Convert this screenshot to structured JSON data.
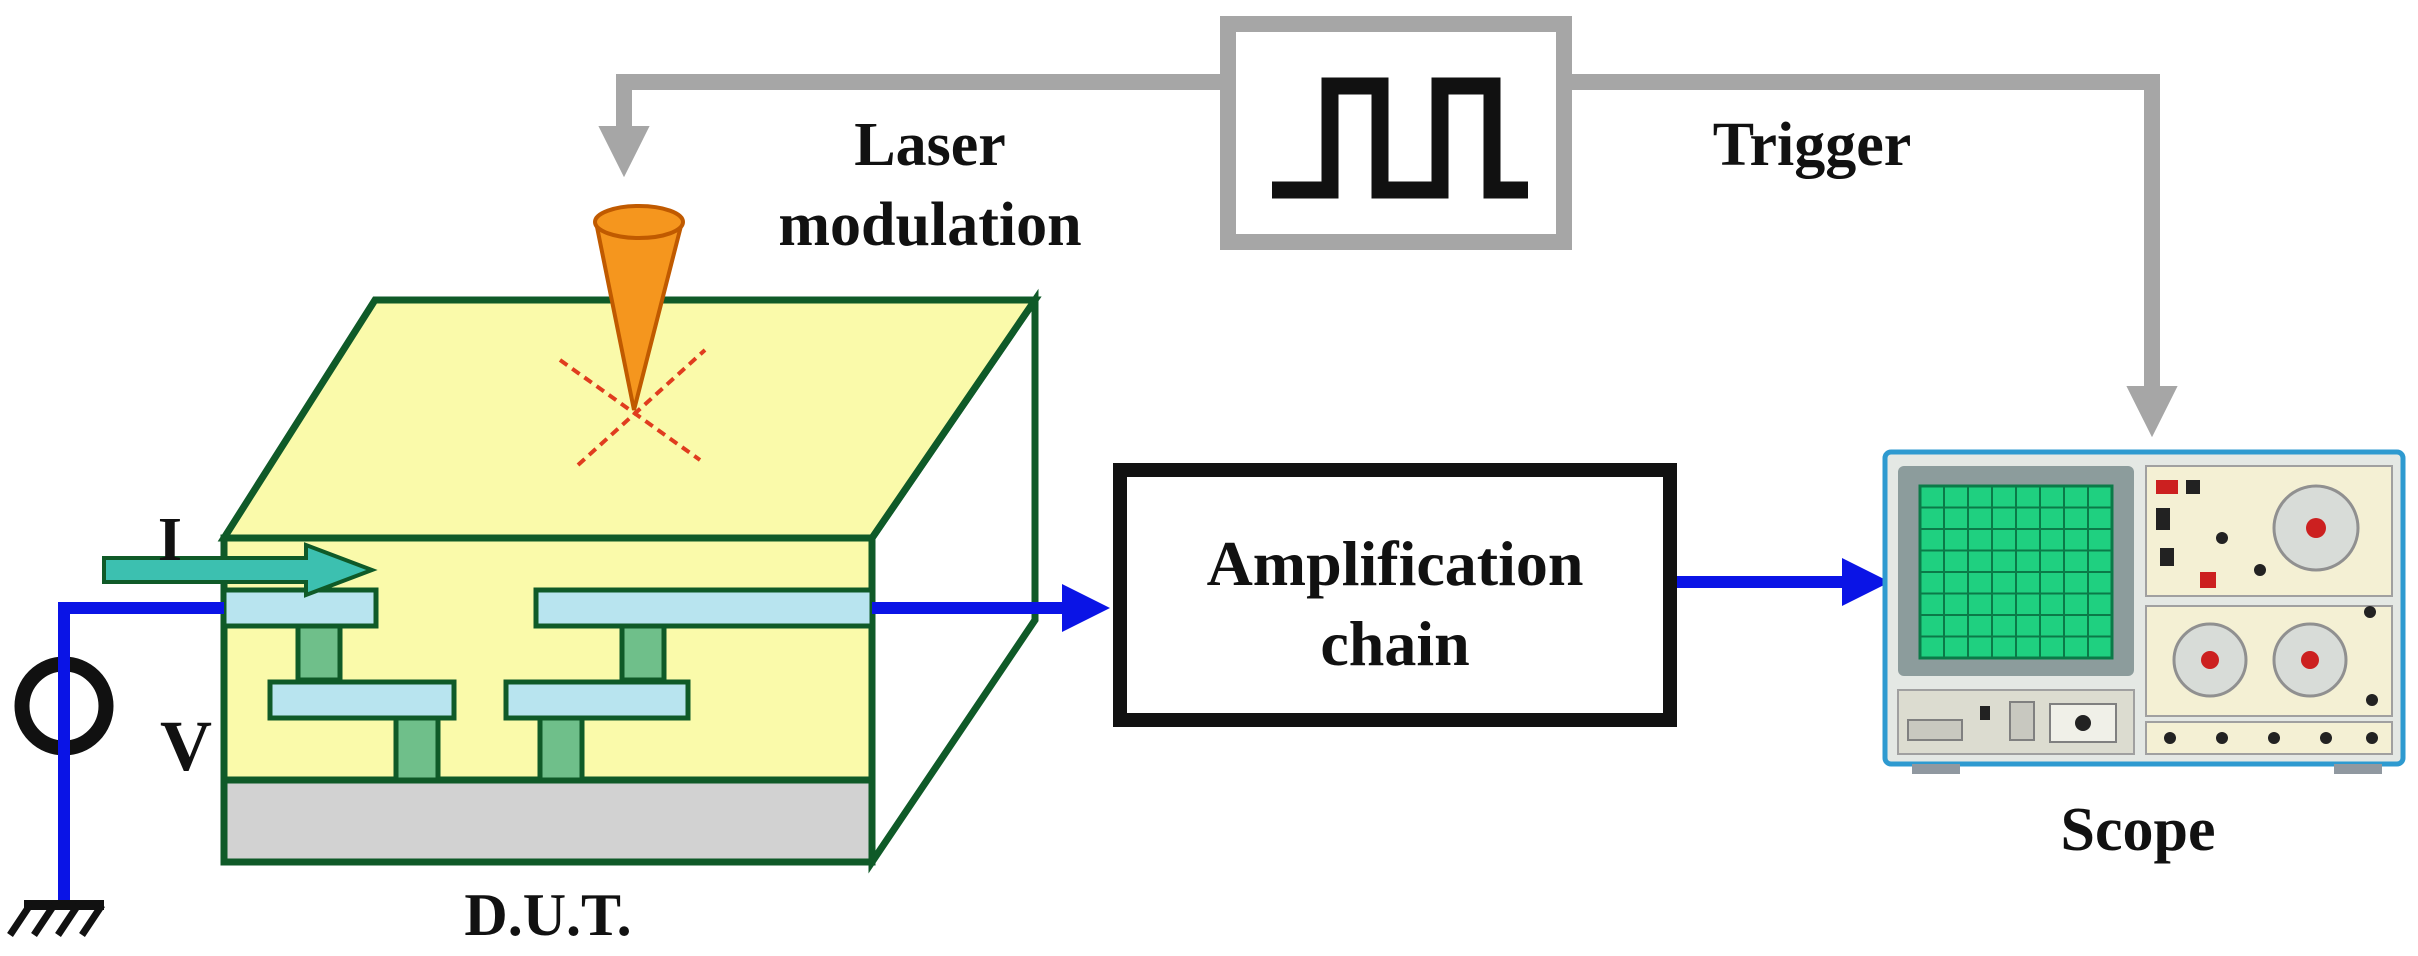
{
  "labels": {
    "laser_line1": "Laser",
    "laser_line2": "modulation",
    "trigger": "Trigger",
    "amplification_line1": "Amplification",
    "amplification_line2": "chain",
    "scope": "Scope",
    "dut": "D.U.T.",
    "current": "I",
    "voltage": "V"
  },
  "colors": {
    "feedback_arrow": "#a6a6a6",
    "signal_line": "#0a14e6",
    "laser_cone": "#f5961e",
    "laser_cross": "#e03c1e",
    "dut_top": "#fafaaa",
    "dut_front": "#fafaaa",
    "dut_substrate": "#d2d2d2",
    "dut_outline": "#0f5a28",
    "metal_line": "#b8e4ef",
    "via": "#6fbf8a",
    "current_arrow": "#3cc0b0",
    "scope_body": "#e4e8e4",
    "scope_screen": "#1fd080"
  },
  "icons": {
    "pulse_generator": "square-wave-icon",
    "ground": "ground-icon",
    "voltage_source": "voltage-source-icon",
    "oscilloscope": "oscilloscope-icon"
  }
}
